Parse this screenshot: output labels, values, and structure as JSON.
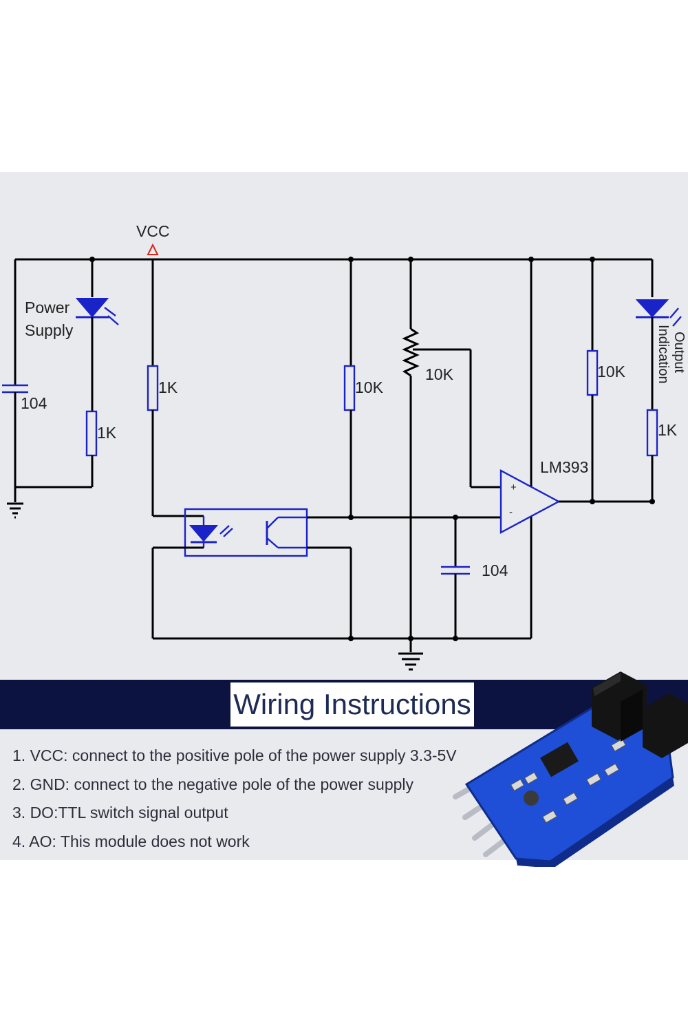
{
  "schematic": {
    "vcc": "VCC",
    "power_label_1": "Power",
    "power_label_2": "Supply",
    "cap_left": "104",
    "res_power": "1K",
    "res_vcc": "1K",
    "res_mid": "10K",
    "pot": "10K",
    "res_right": "10K",
    "res_output": "1K",
    "comparator": "LM393",
    "cap_bottom": "104",
    "output_label_1": "Output",
    "output_label_2": "Indication",
    "plus": "+",
    "minus": "-"
  },
  "title": "Wiring Instructions",
  "instructions": [
    "1. VCC: connect to the positive pole of the power supply 3.3-5V",
    "2. GND: connect to the negative pole of the power supply",
    "3. DO:TTL switch signal output",
    "4. AO: This module does not work"
  ],
  "colors": {
    "panel": "#e9eaee",
    "band": "#0d1340",
    "wire": "#000000",
    "component": "#1a23c8",
    "pcb": "#1f4fd6"
  }
}
